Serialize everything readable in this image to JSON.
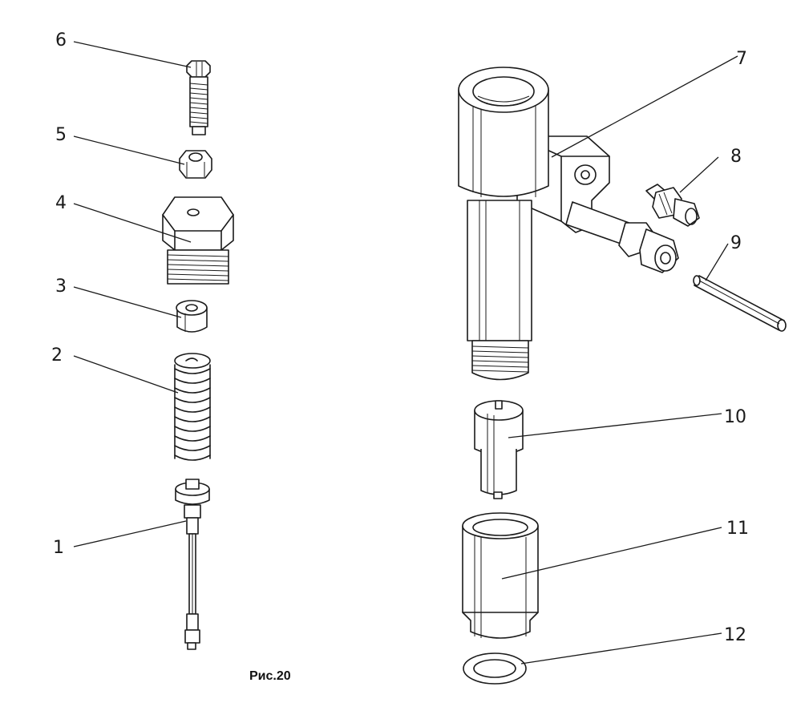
{
  "figure": {
    "caption": "Рис.20"
  },
  "parts": [
    {
      "id": "part-1",
      "number": "1"
    },
    {
      "id": "part-2",
      "number": "2"
    },
    {
      "id": "part-3",
      "number": "3"
    },
    {
      "id": "part-4",
      "number": "4"
    },
    {
      "id": "part-5",
      "number": "5"
    },
    {
      "id": "part-6",
      "number": "6"
    },
    {
      "id": "part-7",
      "number": "7"
    },
    {
      "id": "part-8",
      "number": "8"
    },
    {
      "id": "part-9",
      "number": "9"
    },
    {
      "id": "part-10",
      "number": "10"
    },
    {
      "id": "part-11",
      "number": "11"
    },
    {
      "id": "part-12",
      "number": "12"
    }
  ]
}
